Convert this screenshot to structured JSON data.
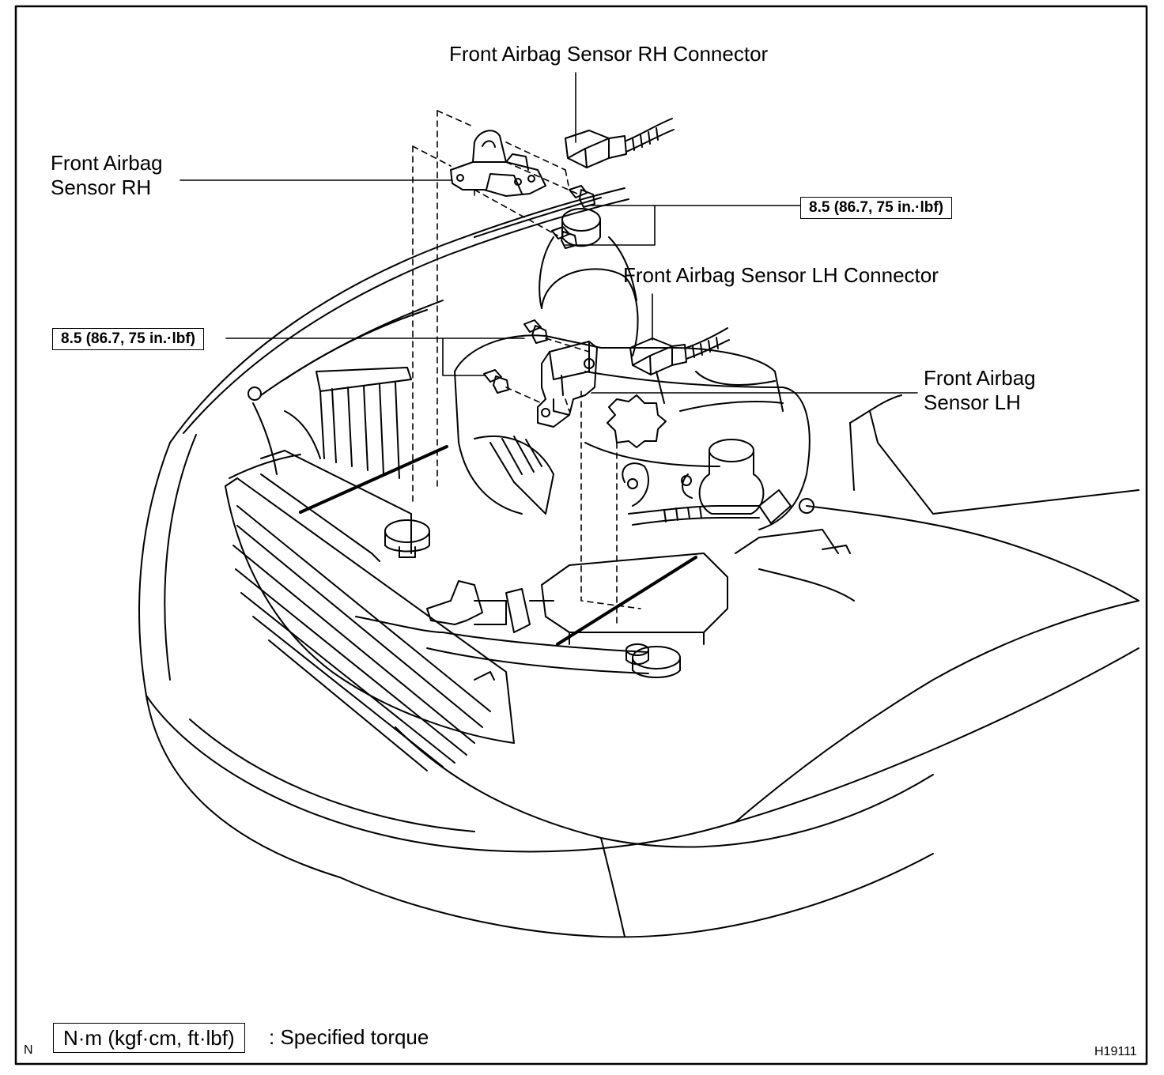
{
  "labels": {
    "rh_connector": "Front Airbag Sensor RH Connector",
    "rh_sensor_line1": "Front Airbag",
    "rh_sensor_line2": "Sensor RH",
    "lh_connector": "Front Airbag Sensor LH Connector",
    "lh_sensor_line1": "Front Airbag",
    "lh_sensor_line2": "Sensor LH"
  },
  "torque": {
    "rh": "8.5 (86.7, 75 in.·lbf)",
    "lh": "8.5 (86.7, 75 in.·lbf)"
  },
  "legend": {
    "unit": "N·m (kgf·cm, ft·lbf)",
    "description": ": Specified torque"
  },
  "corner": {
    "left": "N",
    "right": "H19111"
  }
}
